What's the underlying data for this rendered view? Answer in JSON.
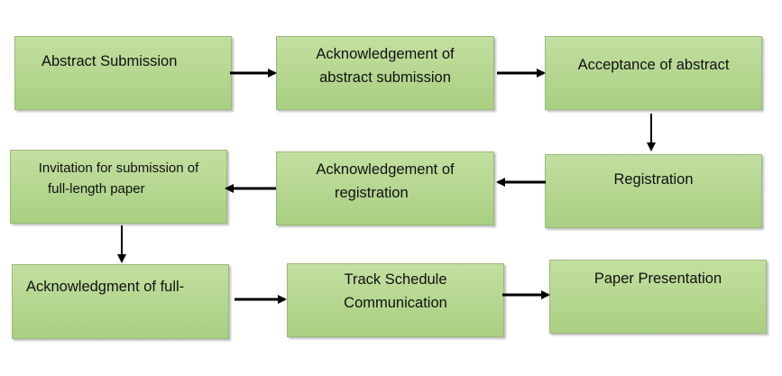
{
  "steps": {
    "abstract_submission": "Abstract Submission",
    "ack_abstract_l1": "Acknowledgement of",
    "ack_abstract_l2": "abstract submission",
    "acceptance_abstract": "Acceptance of abstract",
    "registration": "Registration",
    "ack_registration_l1": "Acknowledgement of",
    "ack_registration_l2": "registration",
    "invitation_l1": "Invitation for submission of",
    "invitation_l2": "full-length paper",
    "ack_full": "Acknowledgment of full-",
    "track_l1": "Track Schedule",
    "track_l2": "Communication",
    "paper_presentation": "Paper Presentation"
  },
  "colors": {
    "box_fill_top": "#c2df9f",
    "box_fill_bottom": "#a9cf82",
    "arrow": "#000000"
  }
}
